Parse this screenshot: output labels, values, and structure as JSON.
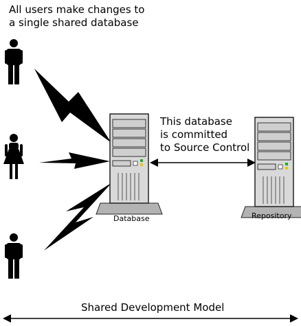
{
  "headline": {
    "line1": "All users make changes to",
    "line2": "a single shared database"
  },
  "commit_note": {
    "line1": "This database",
    "line2": "is committed",
    "line3": "to Source Control"
  },
  "database_label": "Database",
  "repository_label": "Repository",
  "model_label": "Shared Development Model",
  "colors": {
    "server_body": "#d9d9d9",
    "server_outline": "#222222",
    "server_base": "#b3b3b3",
    "led_green": "#22aa22",
    "led_yellow": "#e6c800",
    "ink": "#000000"
  }
}
